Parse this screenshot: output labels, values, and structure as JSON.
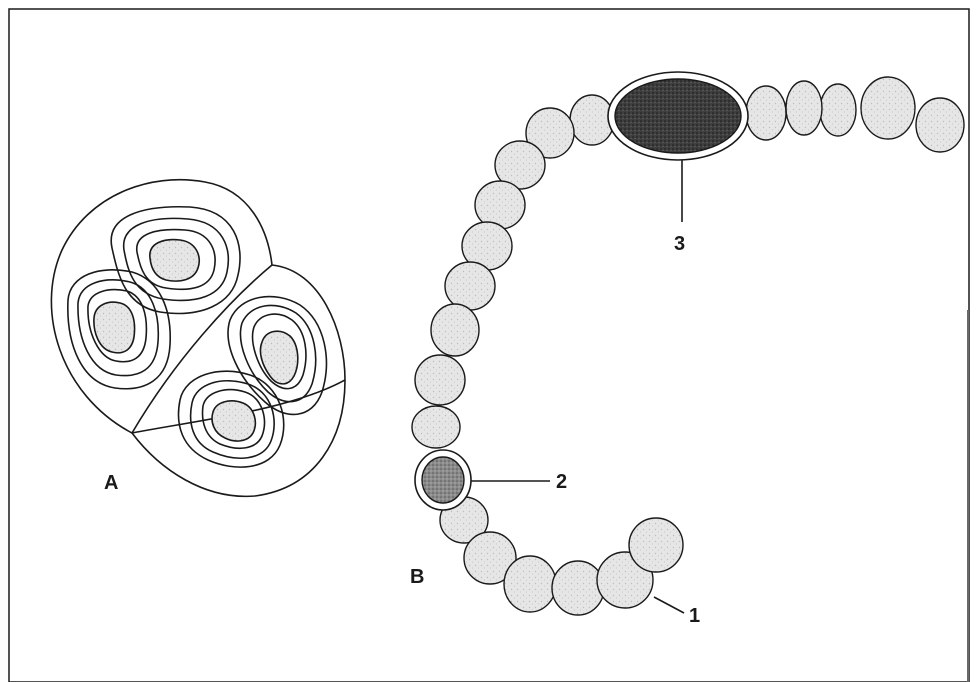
{
  "labels": {
    "panel_a": "A",
    "panel_b": "B",
    "callout_1": "1",
    "callout_2": "2",
    "callout_3": "3"
  },
  "colors": {
    "outline": "#1a1a1a",
    "cell_fill": "#e9e9e9",
    "nucleus_fill": "#cfcfcf",
    "heterocyst_fill": "#8c8c8c",
    "akinete_fill": "#4a4a4a",
    "background": "#ffffff"
  }
}
